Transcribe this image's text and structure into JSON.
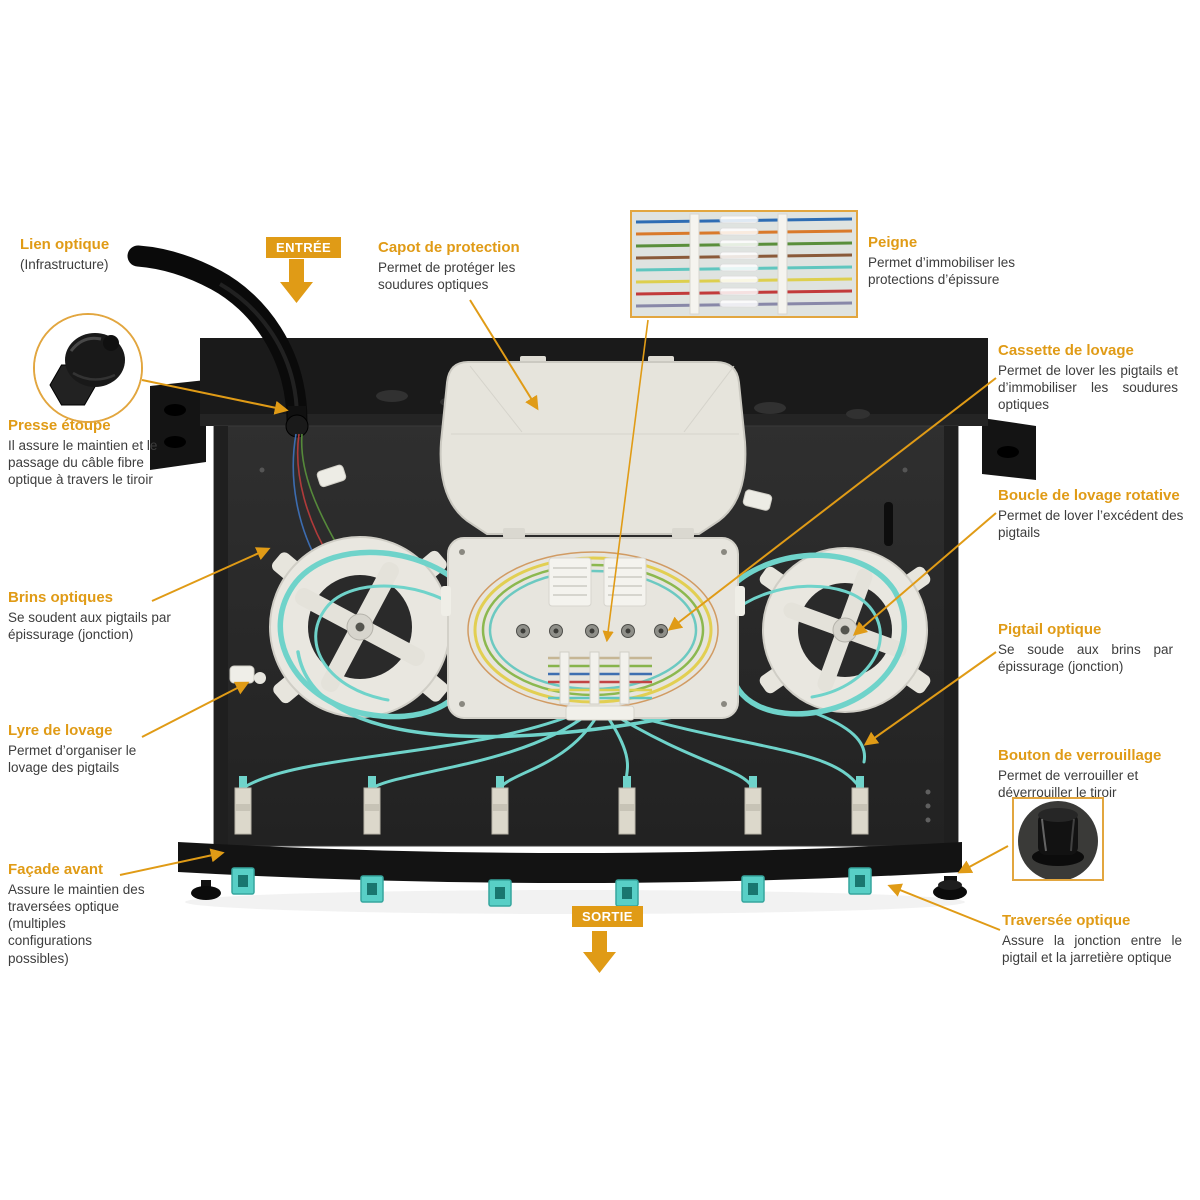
{
  "badges": {
    "entree": "ENTRÉE",
    "sortie": "SORTIE"
  },
  "labels": {
    "lien_optique": {
      "title": "Lien optique",
      "desc": "(Infrastructure)"
    },
    "presse_etoupe": {
      "title": "Presse étoupe",
      "desc": "Il assure le maintien et le passage du câble fibre optique à travers le tiroir"
    },
    "brins_optiques": {
      "title": "Brins optiques",
      "desc": "Se soudent aux pigtails par épissurage (jonction)"
    },
    "lyre_de_lovage": {
      "title": "Lyre de lovage",
      "desc": "Permet d’organiser le lovage des pigtails"
    },
    "facade_avant": {
      "title": "Façade avant",
      "desc": "Assure le maintien des traversées optique (multiples configurations possibles)"
    },
    "capot_de_protection": {
      "title": "Capot de protection",
      "desc": "Permet de protéger les soudures optiques"
    },
    "peigne": {
      "title": "Peigne",
      "desc": "Permet d’immobiliser les protections d’épissure"
    },
    "cassette_de_lovage": {
      "title": "Cassette de lovage",
      "desc": "Permet de lover les pigtails et d’immobiliser les soudures optiques"
    },
    "boucle_de_lovage": {
      "title": "Boucle de lovage rotative",
      "desc": "Permet de lover l’excédent des pigtails"
    },
    "pigtail_optique": {
      "title": "Pigtail optique",
      "desc": "Se soude aux brins par épissurage (jonction)"
    },
    "bouton_verrouillage": {
      "title": "Bouton de verrouillage",
      "desc": "Permet de verrouiller et déverrouiller le tiroir"
    },
    "traversee_optique": {
      "title": "Traversée optique",
      "desc": "Assure la jonction entre le pigtail et la jarretière optique"
    }
  },
  "colors": {
    "accent": "#E09B16",
    "fiber_aqua": "#6FD3CA",
    "tray_black": "#262626",
    "cassette_beige": "#E7E5DE"
  }
}
